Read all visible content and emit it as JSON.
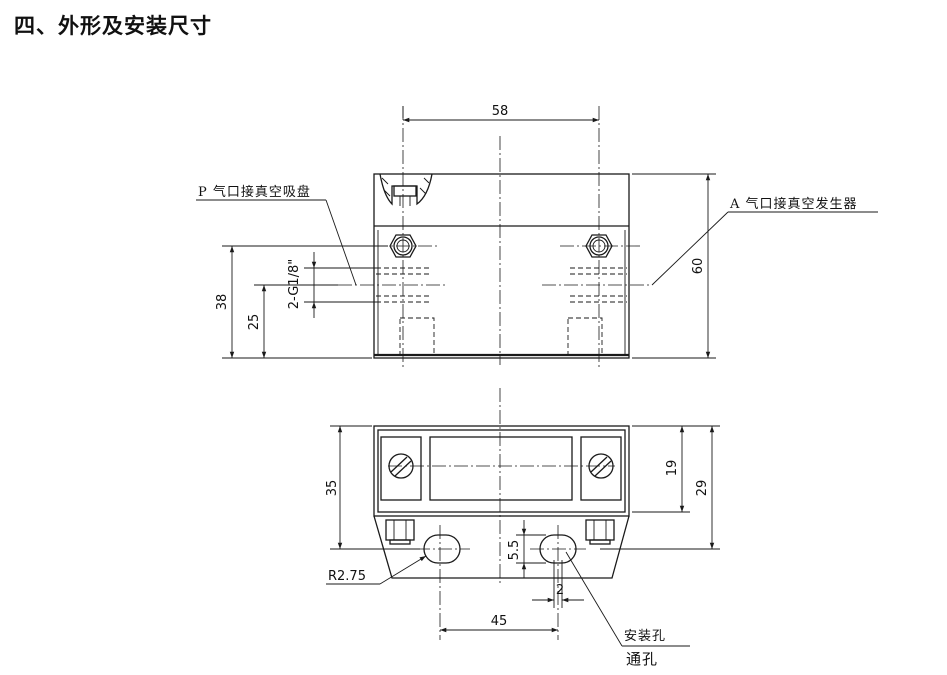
{
  "title": "四、外形及安装尺寸",
  "labels": {
    "p_port": "P 气口接真空吸盘",
    "a_port": "A 气口接真空发生器",
    "mount_hole": "安装孔",
    "through_hole": "通孔"
  },
  "dimensions": {
    "width_58": "58",
    "height_60": "60",
    "height_38": "38",
    "height_25": "25",
    "thread": "2-G1/8\"",
    "height_35": "35",
    "height_19": "19",
    "height_29": "29",
    "hole_5_5": "5.5",
    "hole_2": "2",
    "radius": "R2.75",
    "pitch_45": "45"
  }
}
